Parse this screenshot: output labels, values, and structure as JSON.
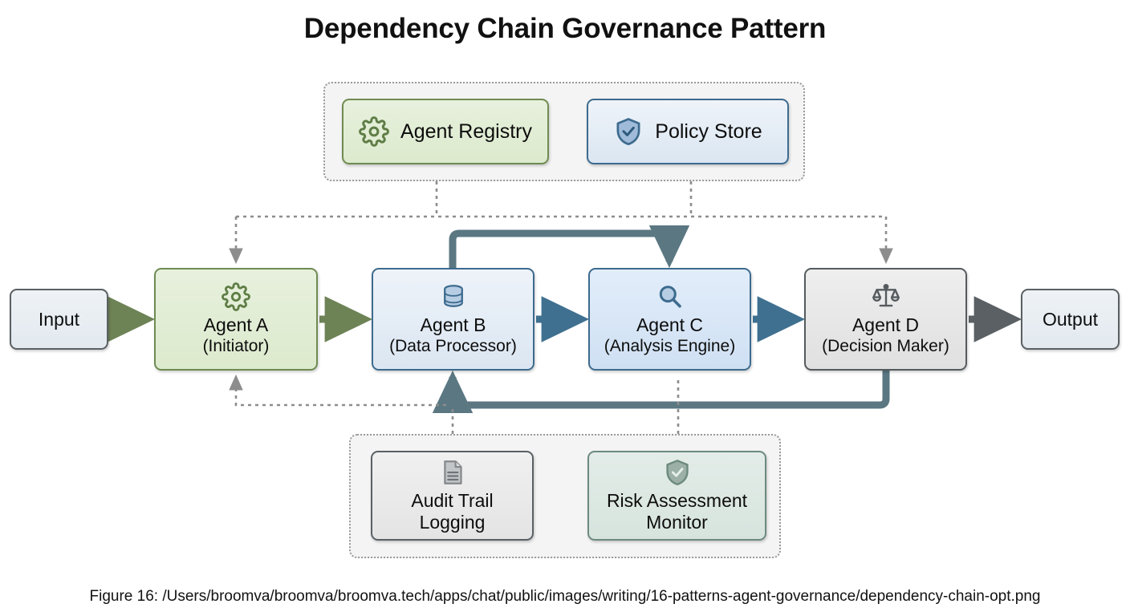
{
  "figure": {
    "title": "Dependency Chain Governance Pattern",
    "caption": "Figure 16: /Users/broomva/broomva/broomva.tech/apps/chat/public/images/writing/16-patterns-agent-governance/dependency-chain-opt.png"
  },
  "io": {
    "input_label": "Input",
    "output_label": "Output"
  },
  "governance_group": {
    "items": [
      {
        "label": "Agent Registry",
        "icon": "gear-icon",
        "theme": "green"
      },
      {
        "label": "Policy Store",
        "icon": "shield-check-icon",
        "theme": "blue"
      }
    ]
  },
  "chain": {
    "agents": [
      {
        "name": "Agent A",
        "role": "(Initiator)",
        "icon": "gear-icon",
        "theme": "green"
      },
      {
        "name": "Agent B",
        "role": "(Data Processor)",
        "icon": "database-icon",
        "theme": "blue"
      },
      {
        "name": "Agent C",
        "role": "(Analysis Engine)",
        "icon": "magnifier-icon",
        "theme": "blue-light"
      },
      {
        "name": "Agent D",
        "role": "(Decision Maker)",
        "icon": "scales-icon",
        "theme": "grey"
      }
    ]
  },
  "observability_group": {
    "items": [
      {
        "line1": "Audit Trail",
        "line2": "Logging",
        "icon": "document-icon",
        "theme": "grey-soft"
      },
      {
        "line1": "Risk Assessment",
        "line2": "Monitor",
        "icon": "shield-check-icon",
        "theme": "teal-soft"
      }
    ]
  },
  "colors": {
    "flow_arrow_green": "#6d8356",
    "flow_arrow_blue": "#3f7090",
    "flow_arrow_grey": "#5a6063",
    "feedback_loop": "#5a7782",
    "dotted_connector": "#8d8d8d",
    "green_accent": "#6f8b52",
    "blue_accent": "#3d6b8e",
    "grey_accent": "#555b5e",
    "teal_accent": "#6d8a80",
    "title_color": "#111111",
    "group_border": "#9a9a9a",
    "group_fill": "#f4f4f4"
  }
}
